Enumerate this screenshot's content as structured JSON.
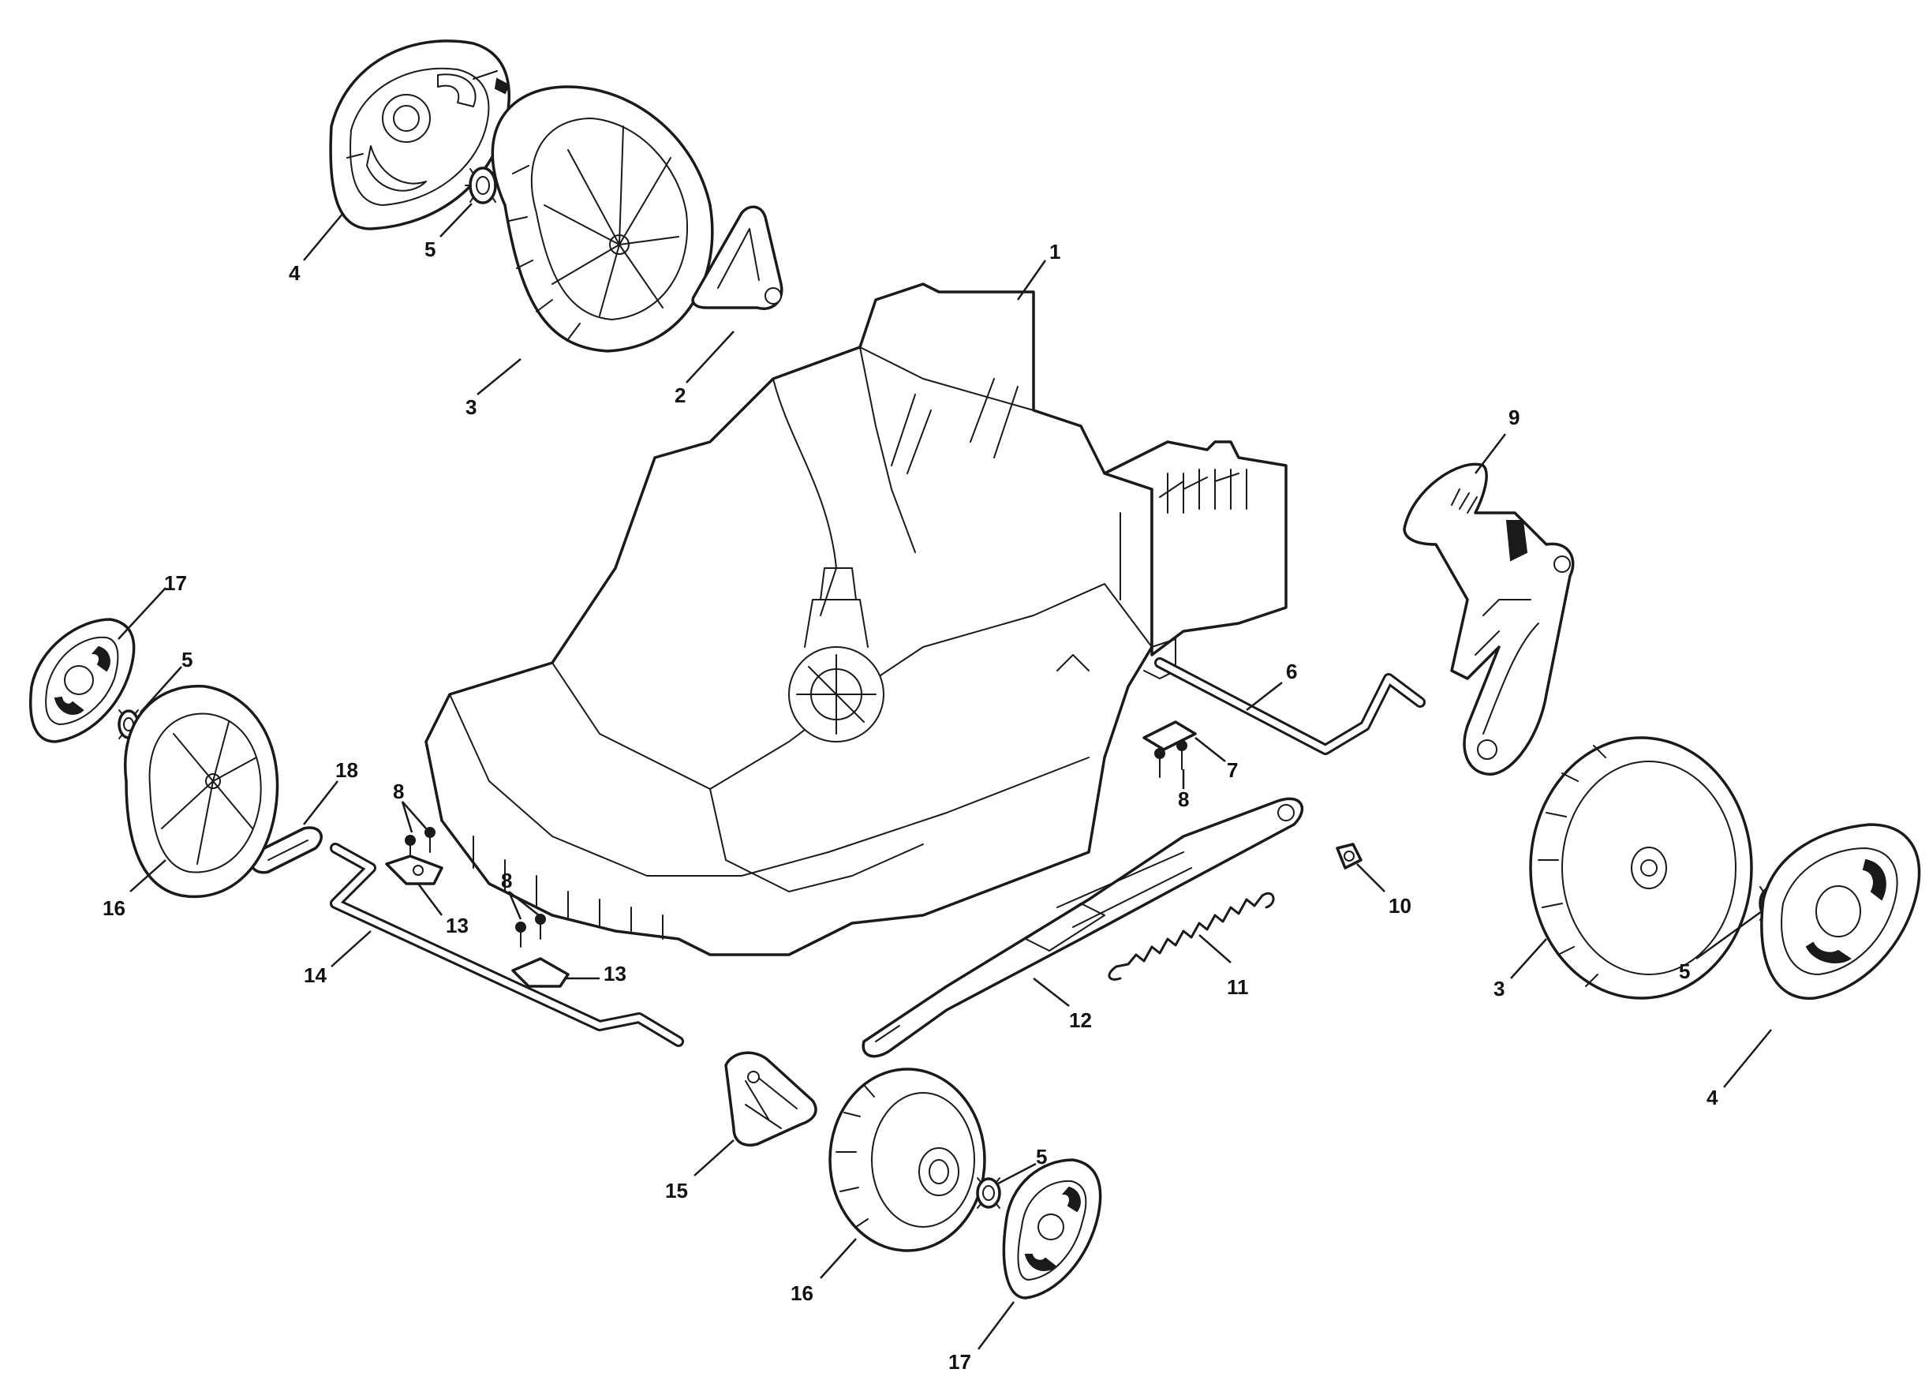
{
  "diagram": {
    "accent_color": "#1a1a1a",
    "background_color": "#ffffff",
    "callouts": [
      {
        "id": "c1",
        "label": "1",
        "part": "deck"
      },
      {
        "id": "c2",
        "label": "2",
        "part": "wheel-bracket"
      },
      {
        "id": "c3a",
        "label": "3",
        "part": "rear-wheel-left"
      },
      {
        "id": "c3b",
        "label": "3",
        "part": "rear-wheel-right"
      },
      {
        "id": "c4a",
        "label": "4",
        "part": "rear-hubcap-left"
      },
      {
        "id": "c4b",
        "label": "4",
        "part": "rear-hubcap-right"
      },
      {
        "id": "c5a",
        "label": "5",
        "part": "star-washer"
      },
      {
        "id": "c5b",
        "label": "5",
        "part": "star-washer"
      },
      {
        "id": "c5c",
        "label": "5",
        "part": "star-washer"
      },
      {
        "id": "c5d",
        "label": "5",
        "part": "star-washer"
      },
      {
        "id": "c6",
        "label": "6",
        "part": "rear-axle"
      },
      {
        "id": "c7",
        "label": "7",
        "part": "axle-clip"
      },
      {
        "id": "c8a",
        "label": "8",
        "part": "screw"
      },
      {
        "id": "c8b",
        "label": "8",
        "part": "screw"
      },
      {
        "id": "c8c",
        "label": "8",
        "part": "screw"
      },
      {
        "id": "c9",
        "label": "9",
        "part": "height-adjuster-lever"
      },
      {
        "id": "c10",
        "label": "10",
        "part": "bushing"
      },
      {
        "id": "c11",
        "label": "11",
        "part": "spring"
      },
      {
        "id": "c12",
        "label": "12",
        "part": "height-adjuster-link"
      },
      {
        "id": "c13a",
        "label": "13",
        "part": "axle-clip"
      },
      {
        "id": "c13b",
        "label": "13",
        "part": "axle-clip"
      },
      {
        "id": "c14",
        "label": "14",
        "part": "front-axle"
      },
      {
        "id": "c15",
        "label": "15",
        "part": "front-wheel-bracket"
      },
      {
        "id": "c16a",
        "label": "16",
        "part": "front-wheel-left"
      },
      {
        "id": "c16b",
        "label": "16",
        "part": "front-wheel-right"
      },
      {
        "id": "c17a",
        "label": "17",
        "part": "front-hubcap-left"
      },
      {
        "id": "c17b",
        "label": "17",
        "part": "front-hubcap-right"
      },
      {
        "id": "c18",
        "label": "18",
        "part": "spacer"
      }
    ]
  }
}
